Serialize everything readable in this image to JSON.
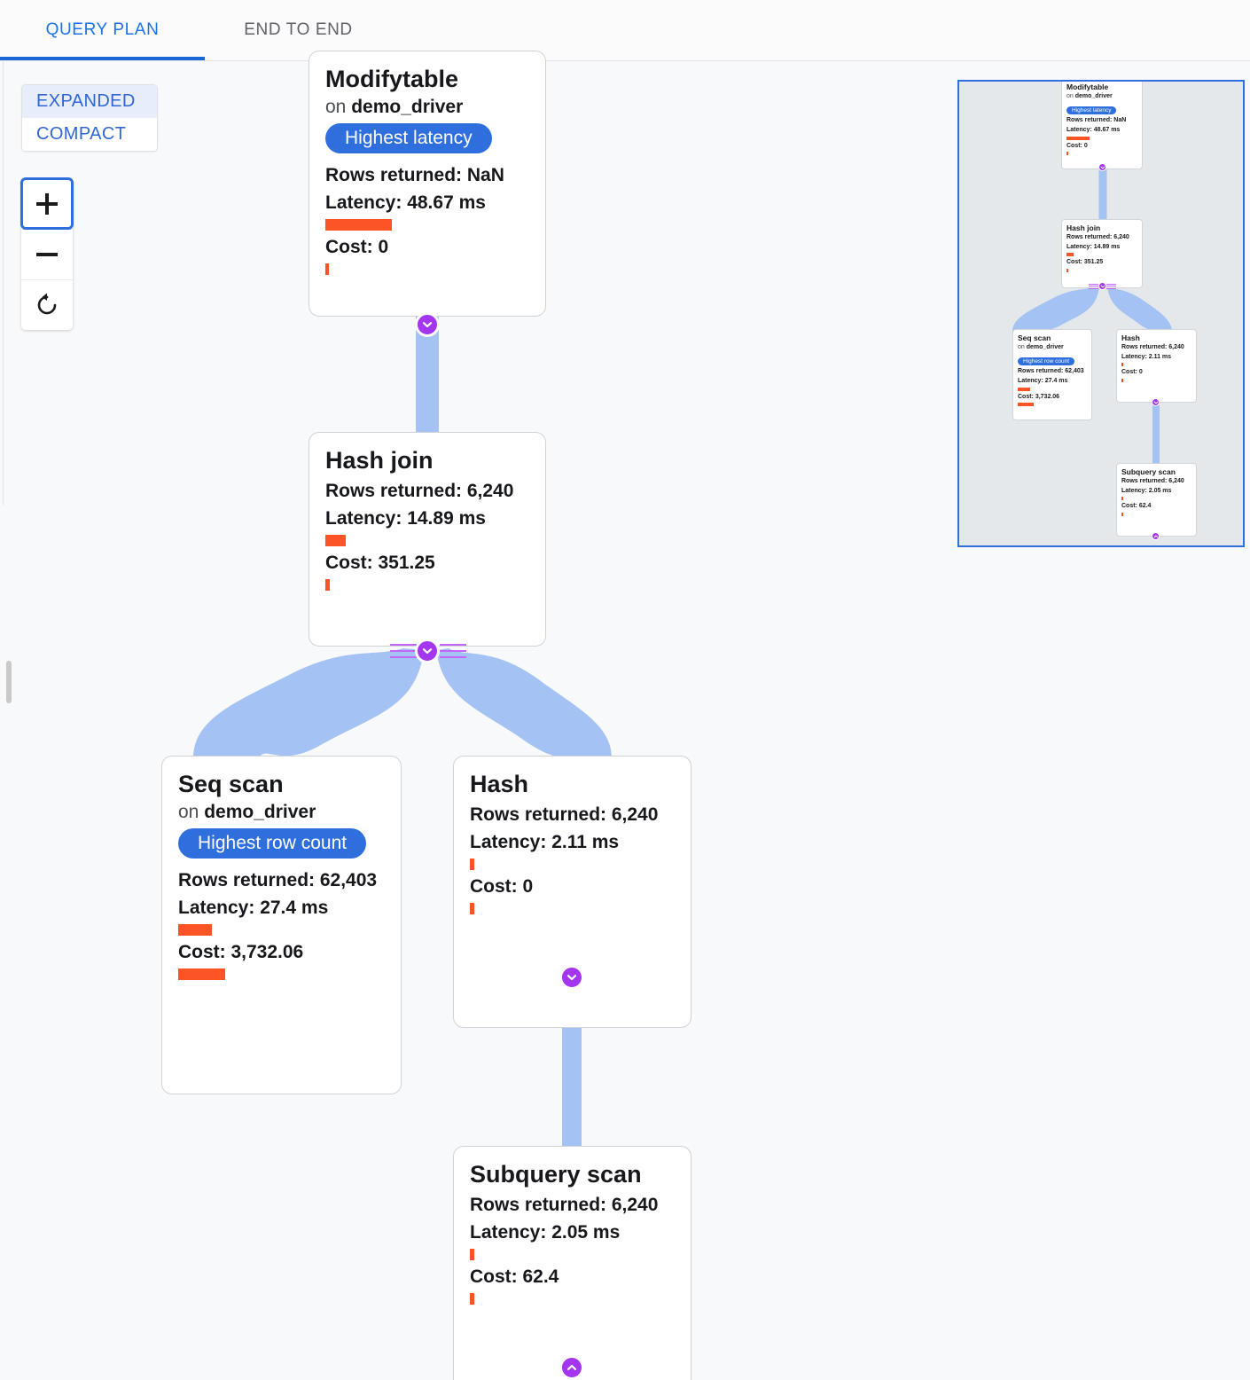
{
  "tabs": [
    {
      "label": "QUERY PLAN",
      "active": true
    },
    {
      "label": "END TO END",
      "active": false
    }
  ],
  "controls": {
    "mode": {
      "expanded_label": "EXPANDED",
      "compact_label": "COMPACT",
      "selected": "EXPANDED"
    },
    "zoom": {
      "in_label": "+",
      "out_label": "−",
      "reset_label": "reset-icon"
    }
  },
  "colors": {
    "accent_blue": "#2f6fdd",
    "tab_active": "#1a73e8",
    "bar_orange": "#fc5426",
    "edge_blue": "#a4c2f4",
    "chevron_purple": "#a435f0",
    "canvas_bg": "#f8f9fa",
    "minimap_bg": "#e5e8eb"
  },
  "plan": {
    "nodes": [
      {
        "id": "modifytable",
        "title": "Modifytable",
        "on_prefix": "on",
        "relation": "demo_driver",
        "badge": "Highest latency",
        "rows_label": "Rows returned: NaN",
        "latency_label": "Latency: 48.67 ms",
        "latency_bar_pct": 100,
        "cost_label": "Cost: 0",
        "cost_bar_pct": 2
      },
      {
        "id": "hashjoin",
        "title": "Hash join",
        "rows_label": "Rows returned: 6,240",
        "latency_label": "Latency: 14.89 ms",
        "latency_bar_pct": 31,
        "cost_label": "Cost: 351.25",
        "cost_bar_pct": 4
      },
      {
        "id": "seqscan",
        "title": "Seq scan",
        "on_prefix": "on",
        "relation": "demo_driver",
        "badge": "Highest row count",
        "rows_label": "Rows returned: 62,403",
        "latency_label": "Latency: 27.4 ms",
        "latency_bar_pct": 56,
        "cost_label": "Cost: 3,732.06",
        "cost_bar_pct": 100
      },
      {
        "id": "hash",
        "title": "Hash",
        "rows_label": "Rows returned: 6,240",
        "latency_label": "Latency: 2.11 ms",
        "latency_bar_pct": 4,
        "cost_label": "Cost: 0",
        "cost_bar_pct": 2
      },
      {
        "id": "subqueryscan",
        "title": "Subquery scan",
        "rows_label": "Rows returned: 6,240",
        "latency_label": "Latency: 2.05 ms",
        "latency_bar_pct": 4,
        "cost_label": "Cost: 62.4",
        "cost_bar_pct": 2
      }
    ],
    "edges": [
      {
        "from": "modifytable",
        "to": "hashjoin"
      },
      {
        "from": "hashjoin",
        "to": "seqscan"
      },
      {
        "from": "hashjoin",
        "to": "hash"
      },
      {
        "from": "hash",
        "to": "subqueryscan"
      }
    ]
  },
  "minimap": {
    "label": "minimap-viewport"
  }
}
